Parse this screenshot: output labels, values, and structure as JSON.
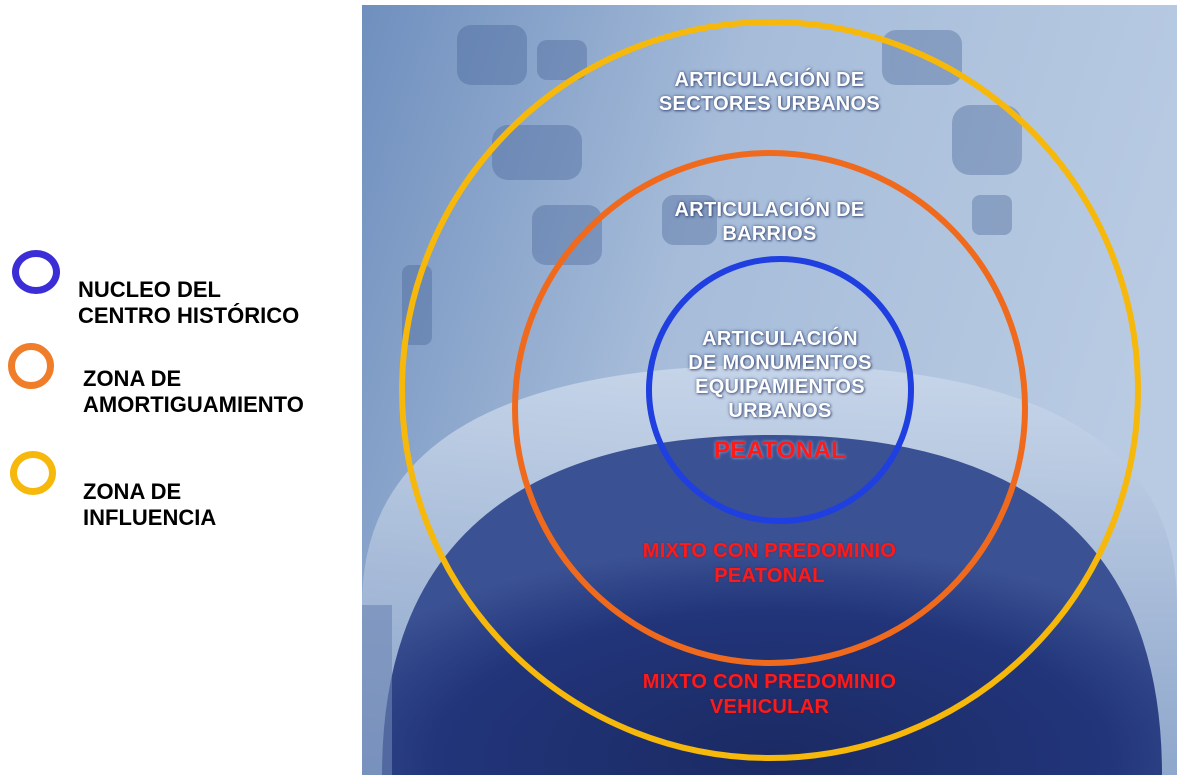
{
  "legend": {
    "items": [
      {
        "id": "core",
        "label_line1": "NUCLEO DEL",
        "label_line2": "CENTRO HISTÓRICO",
        "color": "#3b2ed6"
      },
      {
        "id": "buffer",
        "label_line1": "ZONA DE",
        "label_line2": "AMORTIGUAMIENTO",
        "color": "#f07d2a"
      },
      {
        "id": "influence",
        "label_line1": "ZONA DE",
        "label_line2": "INFLUENCIA",
        "color": "#f6b80a"
      }
    ]
  },
  "diagram": {
    "colors": {
      "outer_ring": "#f6b80a",
      "middle_ring": "#f06a1e",
      "inner_ring": "#1f3fe0",
      "background_light": "#a9c0dc",
      "background_dark": "#1e2f66"
    },
    "outer": {
      "line1": "ARTICULACIÓN DE",
      "line2": "SECTORES URBANOS"
    },
    "middle": {
      "line1": "ARTICULACIÓN DE",
      "line2": "BARRIOS"
    },
    "inner": {
      "line1": "ARTICULACIÓN",
      "line2": "DE MONUMENTOS",
      "line3": "EQUIPAMIENTOS",
      "line4": "URBANOS",
      "mode": "PEATONAL"
    },
    "middle_mode": {
      "line1": "MIXTO CON PREDOMINIO",
      "line2": "PEATONAL"
    },
    "outer_mode": {
      "line1": "MIXTO CON PREDOMINIO",
      "line2": "VEHICULAR"
    }
  }
}
